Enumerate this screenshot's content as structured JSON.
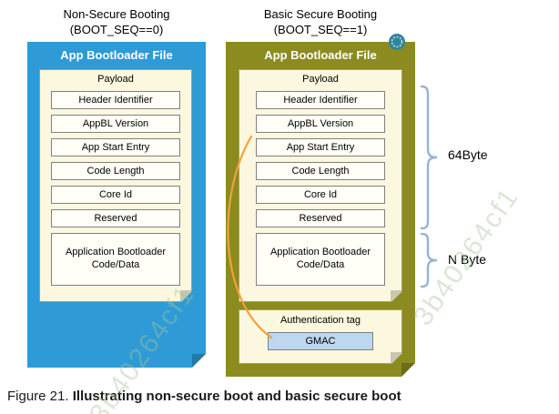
{
  "left_diagram": {
    "title_line1": "Non-Secure Booting",
    "title_line2": "(BOOT_SEQ==0)",
    "header": "App Bootloader File",
    "payload_label": "Payload",
    "fields": [
      "Header Identifier",
      "AppBL Version",
      "App Start Entry",
      "Code Length",
      "Core Id",
      "Reserved"
    ],
    "code_block": "Application Bootloader Code/Data"
  },
  "right_diagram": {
    "title_line1": "Basic Secure Booting",
    "title_line2": "(BOOT_SEQ==1)",
    "header": "App Bootloader File",
    "payload_label": "Payload",
    "fields": [
      "Header Identifier",
      "AppBL Version",
      "App Start Entry",
      "Code Length",
      "Core Id",
      "Reserved"
    ],
    "code_block": "Application Bootloader Code/Data",
    "auth_tag_label": "Authentication tag",
    "gmac_label": "GMAC"
  },
  "annotations": {
    "size_header": "64Byte",
    "size_code": "N Byte"
  },
  "caption": {
    "prefix": "Figure 21.",
    "title": "Illustrating non-secure boot and basic secure boot"
  },
  "watermark": {
    "text": "3b40264cf1"
  },
  "colors": {
    "panel_blue": "#2E9BD6",
    "panel_olive": "#8B8B20",
    "payload_bg": "#FCF8DF",
    "payload_border": "#ABA24E",
    "field_bg": "#FFFFF8",
    "field_border": "#808080",
    "gmac_bg": "#BDD7EE",
    "gmac_border": "#7F7F7F",
    "bracket": "#95B3D7",
    "arrow": "#F2A03D",
    "seal": "#31859C",
    "watermark": "#A8C49A"
  }
}
